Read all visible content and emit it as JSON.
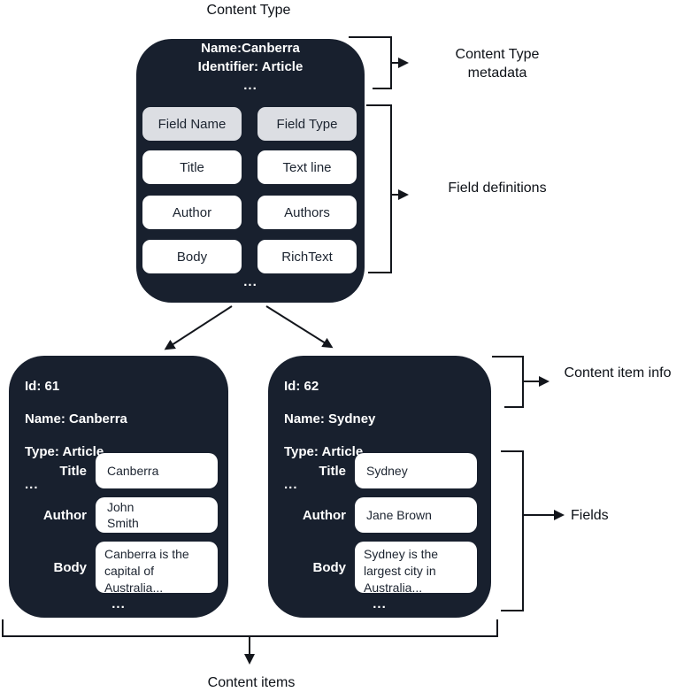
{
  "diagram_title": "Content Type",
  "bottom_label": "Content items",
  "annotations": {
    "content_type_metadata": "Content Type metadata",
    "field_definitions": "Field definitions",
    "content_item_info": "Content item info",
    "fields": "Fields"
  },
  "content_type_box": {
    "name": "Name:Canberra",
    "identifier": "Identifier: Article",
    "more": "...",
    "columns": [
      "Field Name",
      "Field Type"
    ],
    "rows": [
      [
        "Title",
        "Text line"
      ],
      [
        "Author",
        "Authors"
      ],
      [
        "Body",
        "RichText"
      ]
    ],
    "footer_more": "..."
  },
  "content_items": [
    {
      "id": "Id: 61",
      "name": "Name: Canberra",
      "type": "Type: Article",
      "more": "...",
      "fields": [
        {
          "label": "Title",
          "value": "Canberra"
        },
        {
          "label": "Author",
          "value": "John\nSmith"
        },
        {
          "label": "Body",
          "value": "Canberra is the capital of Australia..."
        }
      ],
      "footer_more": "..."
    },
    {
      "id": "Id: 62",
      "name": "Name: Sydney",
      "type": "Type: Article",
      "more": "...",
      "fields": [
        {
          "label": "Title",
          "value": "Sydney"
        },
        {
          "label": "Author",
          "value": "Jane Brown"
        },
        {
          "label": "Body",
          "value": "Sydney is the largest city in Australia..."
        }
      ],
      "footer_more": "..."
    }
  ],
  "colors": {
    "box_background": "#18202e",
    "header_cell_background": "#dcdee3",
    "cell_background": "#ffffff",
    "connector_line": "#13161c",
    "text_on_dark": "#ffffff",
    "text_on_light": "#1c2430",
    "page_background": "#ffffff"
  }
}
